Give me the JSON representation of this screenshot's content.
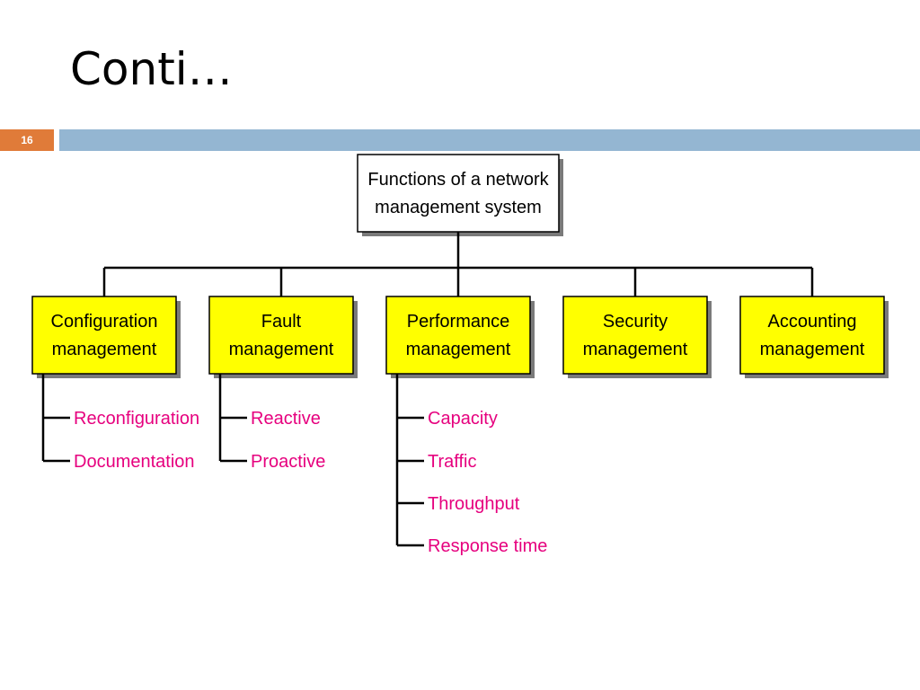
{
  "slide": {
    "title": "Conti…",
    "number": "16"
  },
  "colors": {
    "accent_orange": "#e07b39",
    "header_blue": "#94b6d2",
    "box_yellow": "#ffff00",
    "leaf_magenta": "#e6007e"
  },
  "diagram": {
    "root": {
      "lines": [
        "Functions of a network",
        "management system"
      ]
    },
    "categories": [
      {
        "id": "configuration",
        "lines": [
          "Configuration",
          "management"
        ],
        "items": [
          "Reconfiguration",
          "Documentation"
        ]
      },
      {
        "id": "fault",
        "lines": [
          "Fault",
          "management"
        ],
        "items": [
          "Reactive",
          "Proactive"
        ]
      },
      {
        "id": "performance",
        "lines": [
          "Performance",
          "management"
        ],
        "items": [
          "Capacity",
          "Traffic",
          "Throughput",
          "Response time"
        ]
      },
      {
        "id": "security",
        "lines": [
          "Security",
          "management"
        ],
        "items": []
      },
      {
        "id": "accounting",
        "lines": [
          "Accounting",
          "management"
        ],
        "items": []
      }
    ]
  }
}
